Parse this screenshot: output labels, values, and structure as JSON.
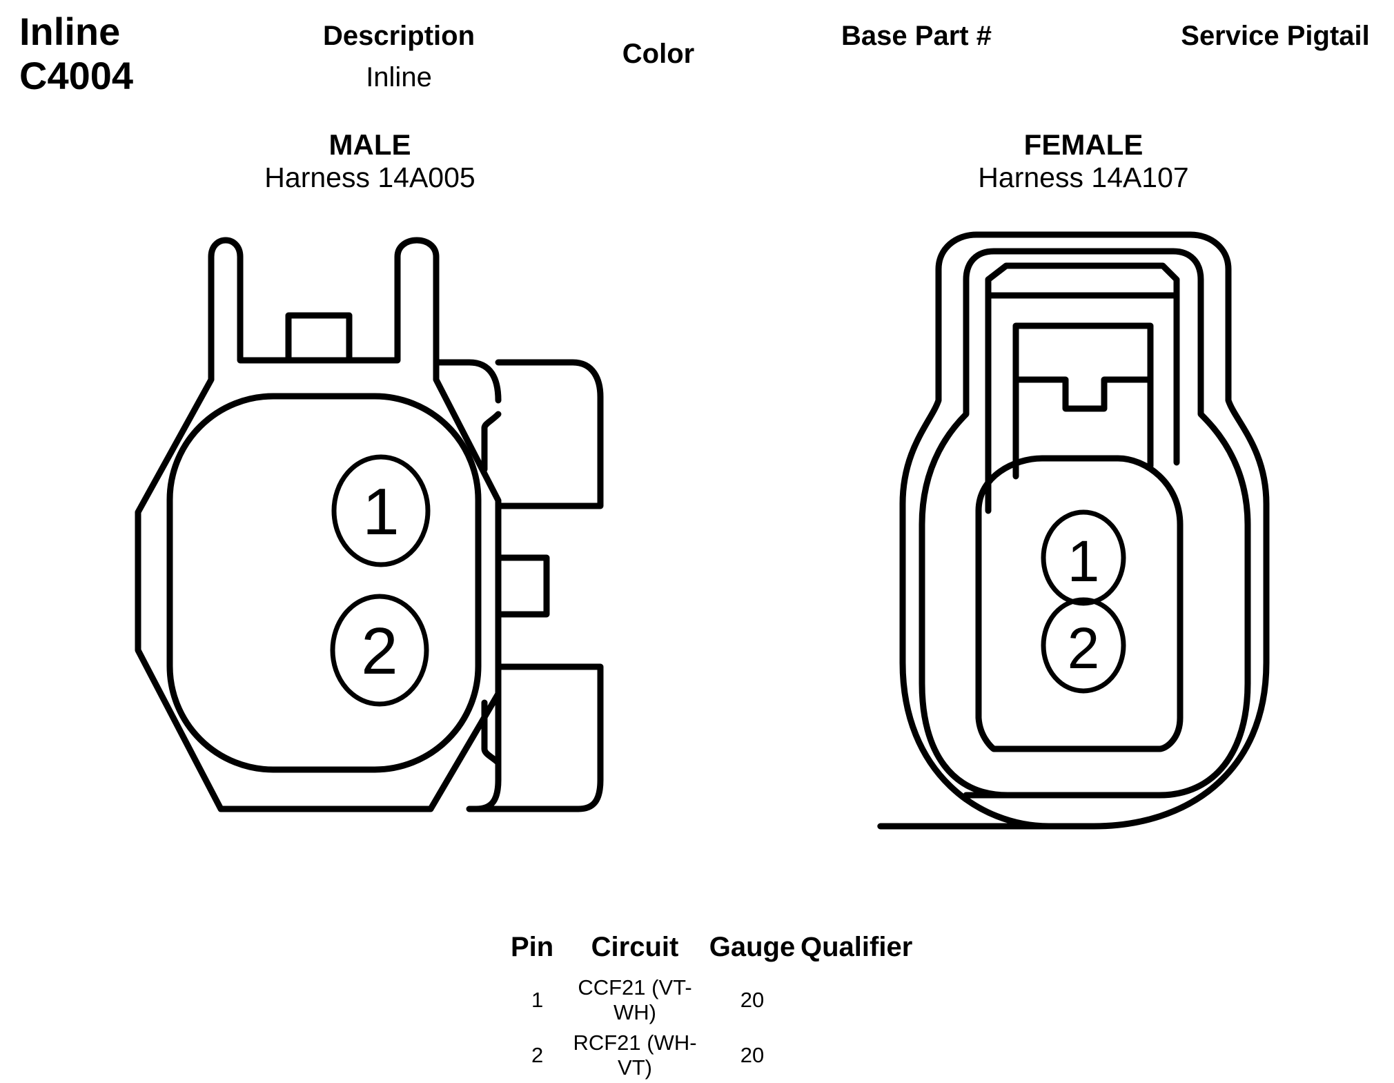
{
  "header": {
    "title_line1": "Inline",
    "title_line2": "C4004",
    "description_label": "Description",
    "description_value": "Inline",
    "color_label": "Color",
    "base_part_label": "Base Part #",
    "service_pigtail_label": "Service Pigtail"
  },
  "male": {
    "title": "MALE",
    "harness": "Harness 14A005",
    "pins": [
      "1",
      "2"
    ]
  },
  "female": {
    "title": "FEMALE",
    "harness": "Harness 14A107",
    "pins": [
      "1",
      "2"
    ]
  },
  "pin_table": {
    "headers": [
      "Pin",
      "Circuit",
      "Gauge",
      "Qualifier"
    ],
    "rows": [
      {
        "pin": "1",
        "circuit": "CCF21 (VT-WH)",
        "gauge": "20",
        "qualifier": ""
      },
      {
        "pin": "2",
        "circuit": "RCF21 (WH-VT)",
        "gauge": "20",
        "qualifier": ""
      }
    ]
  }
}
